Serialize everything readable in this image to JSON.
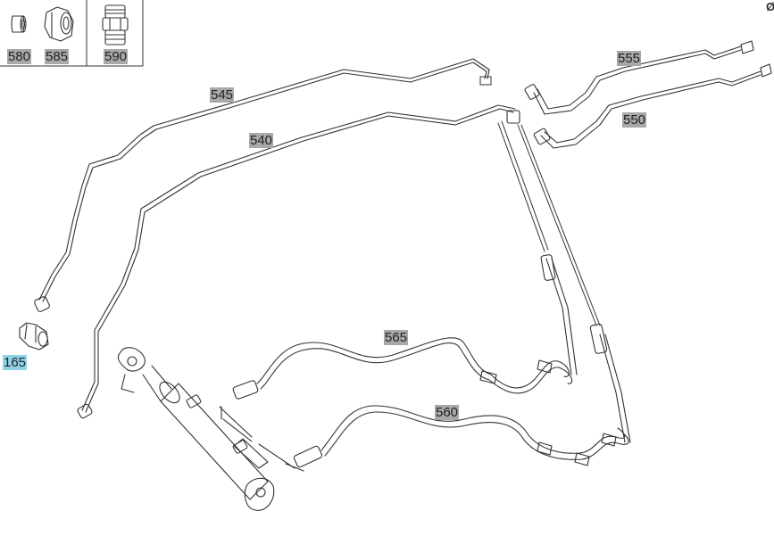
{
  "diagram": {
    "parts": {
      "p165": "165",
      "p540": "540",
      "p545": "545",
      "p550": "550",
      "p555": "555",
      "p560": "560",
      "p565": "565",
      "p580": "580",
      "p585": "585",
      "p590": "590"
    },
    "corner_mark": "Ø",
    "colors": {
      "label_bg": "#a8a8a8",
      "highlight_bg": "#8fd3e8",
      "line": "#333333"
    }
  }
}
